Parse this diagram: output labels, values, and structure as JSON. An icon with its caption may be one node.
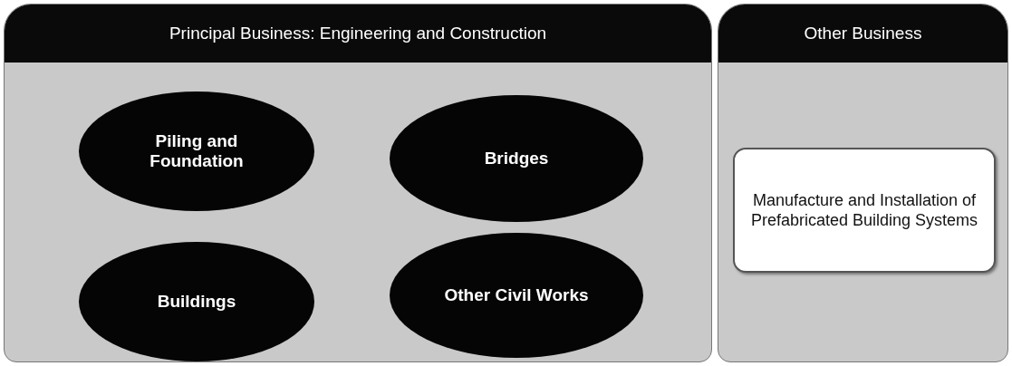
{
  "diagram": {
    "nodes": [
      {
        "text": [
          "Principal Business: Engineering and Construction"
        ]
      },
      {
        "text": [
          "Piling and Foundation"
        ],
        "in": 0
      },
      {
        "text": [
          "Bridges"
        ],
        "in": 0
      },
      {
        "text": [
          "Buildings"
        ],
        "in": 0
      },
      {
        "text": [
          "Other Civil Works"
        ],
        "in": 0
      },
      {
        "text": [
          "Other Business"
        ]
      },
      {
        "text": [
          "Manufacture and Installation of Prefabricated Building Systems"
        ],
        "in": 5
      }
    ]
  }
}
